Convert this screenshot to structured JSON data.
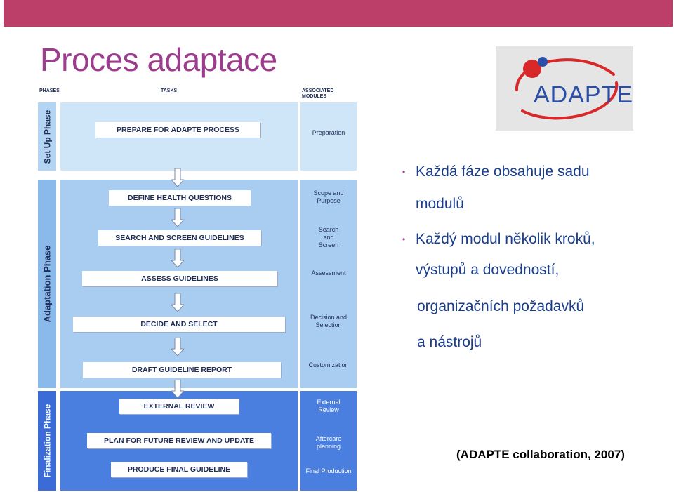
{
  "slide": {
    "title": "Proces adaptace",
    "bullets": [
      {
        "line1": "Každá fáze obsahuje sadu",
        "line2": "modulů"
      },
      {
        "line1": "Každý modul několik kroků,",
        "line2": "výstupů a dovedností,",
        "line3": "organizačních požadavků",
        "line4": "a nástrojů"
      }
    ],
    "caption": "(ADAPTE collaboration, 2007)"
  },
  "logo": {
    "text": "ADAPTE",
    "colors": {
      "red_dot": "#d8282a",
      "blue_dot": "#2a4fa8",
      "arc": "#d8282a",
      "text": "#2a4fa8"
    }
  },
  "diagram": {
    "headers": {
      "phases": "PHASES",
      "tasks": "TASKS",
      "modules": "ASSOCIATED MODULES"
    },
    "phases": [
      {
        "name": "Set Up Phase",
        "tasks": [
          "PREPARE FOR ADAPTE PROCESS"
        ],
        "modules": [
          "Preparation"
        ]
      },
      {
        "name": "Adaptation Phase",
        "tasks": [
          "DEFINE HEALTH QUESTIONS",
          "SEARCH AND SCREEN GUIDELINES",
          "ASSESS GUIDELINES",
          "DECIDE AND SELECT",
          "DRAFT GUIDELINE REPORT"
        ],
        "modules": [
          "Scope and Purpose",
          "Search and Screen",
          "Assessment",
          "Decision and Selection",
          "Customization"
        ]
      },
      {
        "name": "Finalization Phase",
        "tasks": [
          "EXTERNAL REVIEW",
          "PLAN FOR FUTURE REVIEW AND UPDATE",
          "PRODUCE FINAL GUIDELINE"
        ],
        "modules": [
          "External Review",
          "Aftercare planning",
          "Final Production"
        ]
      }
    ],
    "colors": {
      "setup_bg": "#cfe6f8",
      "setup_col": "#b3d4f2",
      "adapt_bg": "#a9cdf1",
      "adapt_col": "#8ab9ec",
      "final_bg": "#4a7fe0",
      "final_col": "#3a6bd6"
    }
  }
}
